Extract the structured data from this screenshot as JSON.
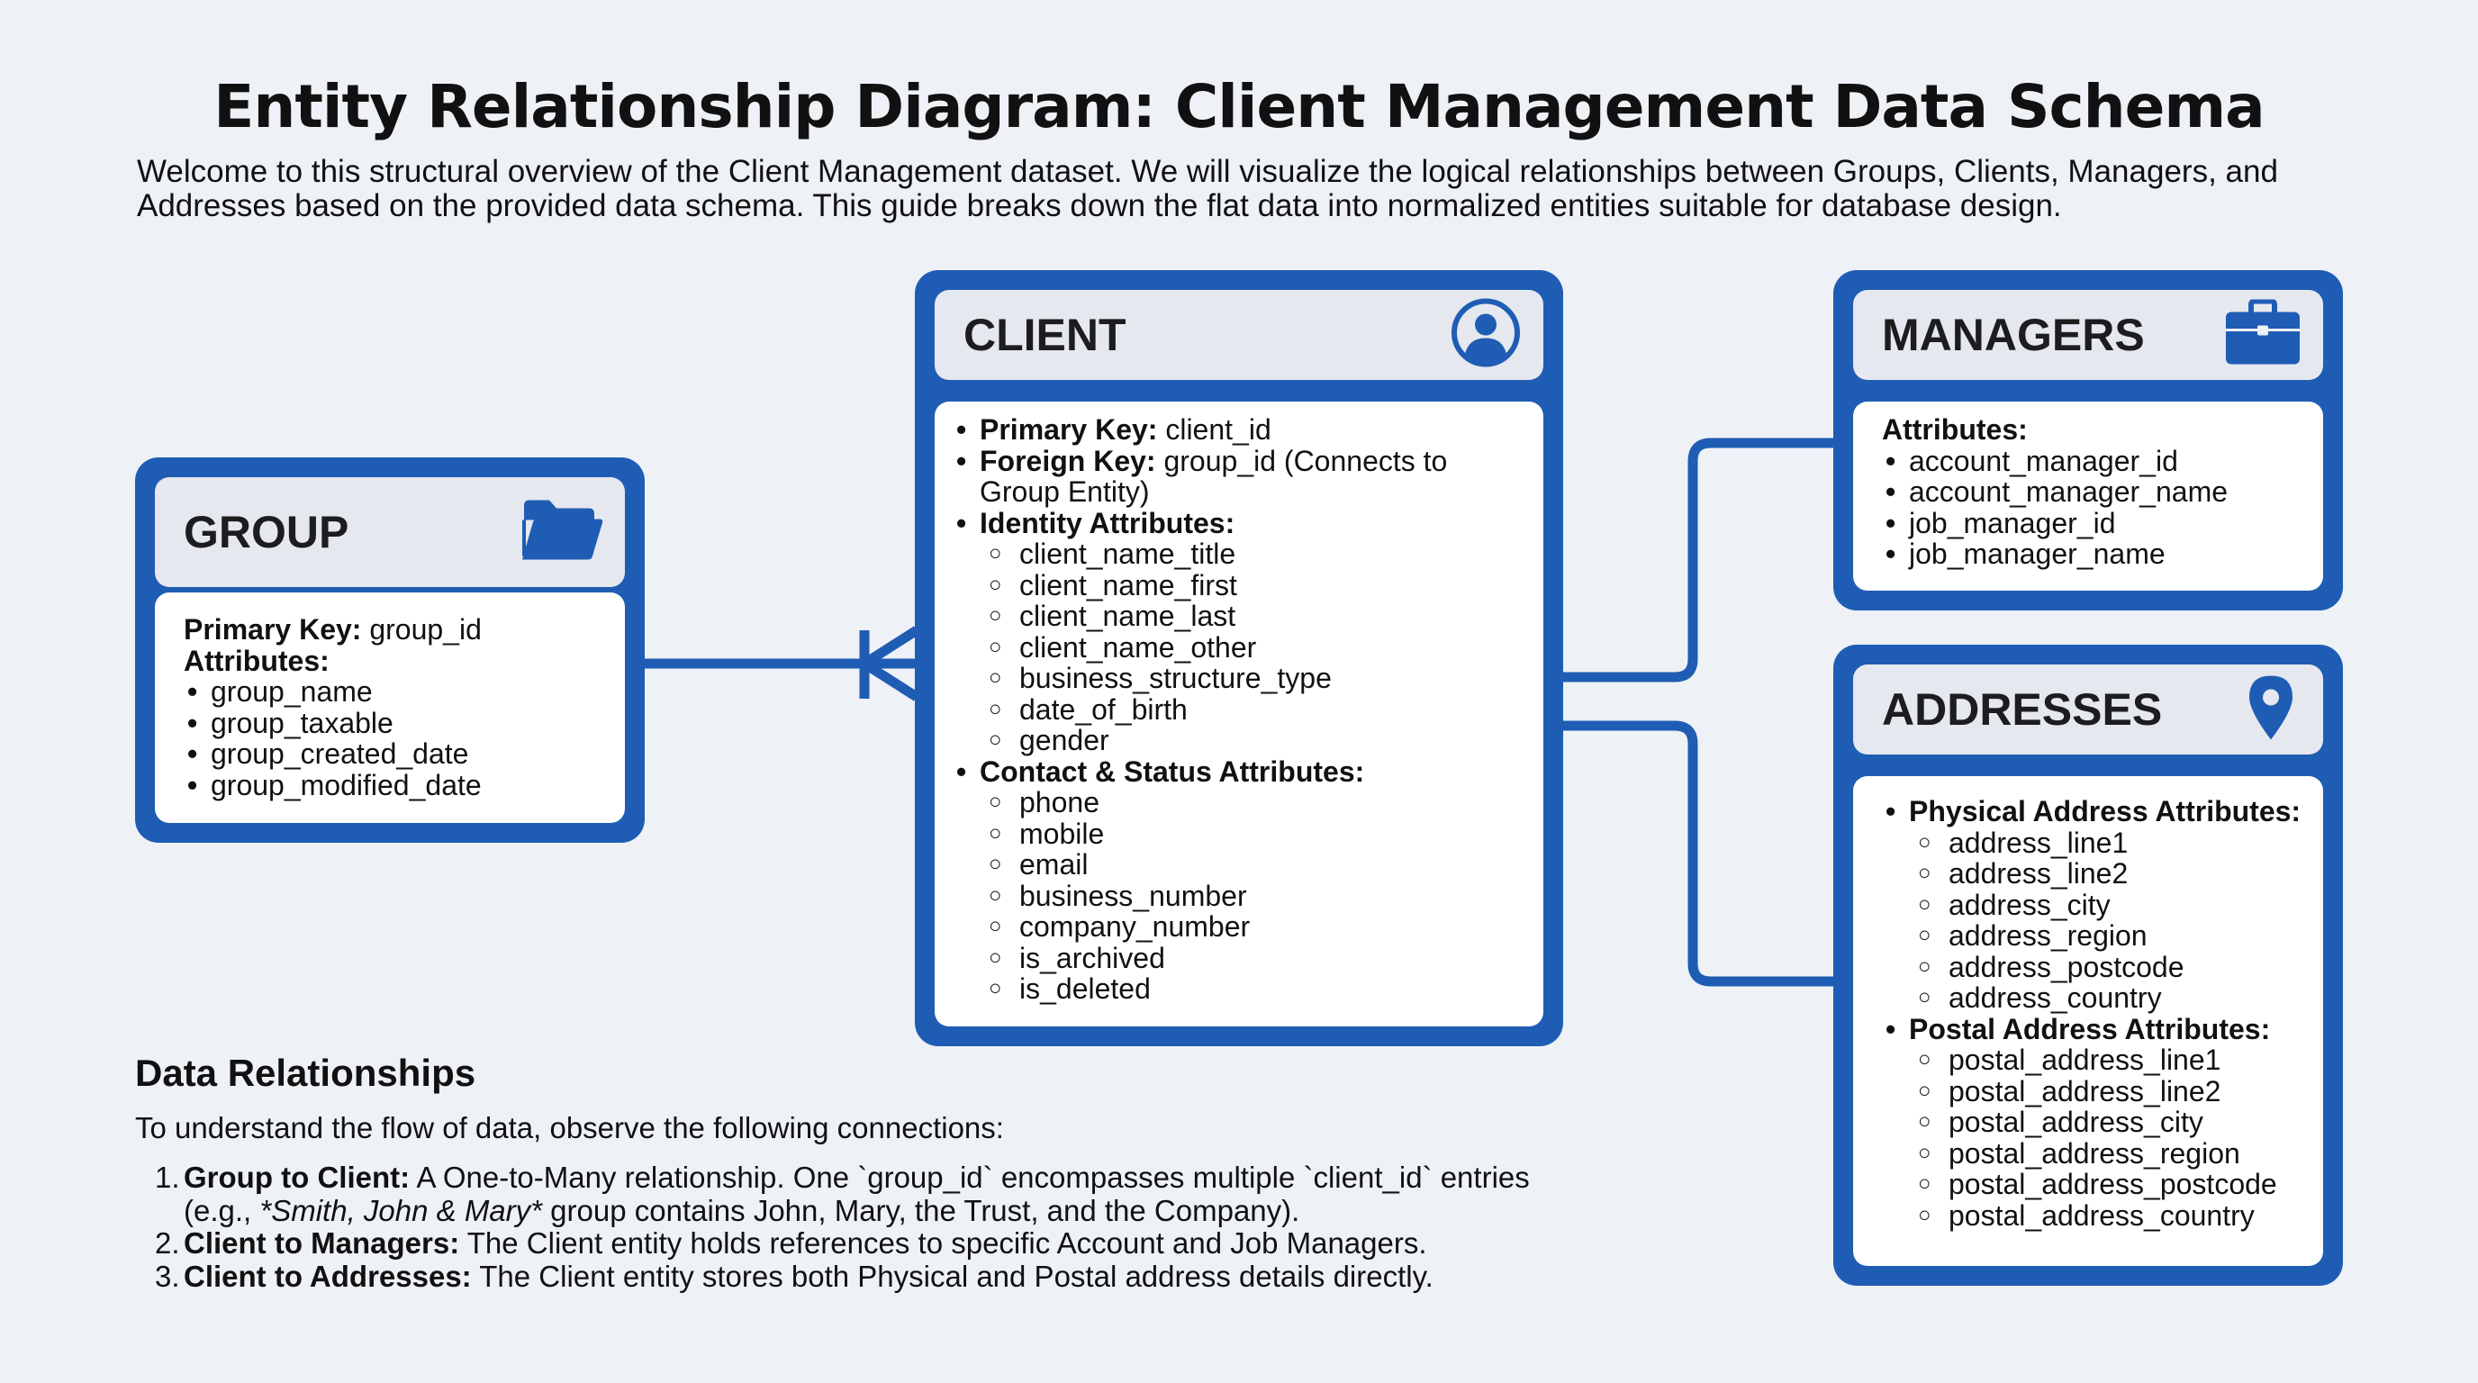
{
  "title": "Entity Relationship Diagram: Client Management Data Schema",
  "intro": "Welcome to this structural overview of the Client Management dataset. We will visualize the logical relationships between Groups, Clients, Managers, and Addresses based on the provided data schema. This guide breaks down the flat data into normalized entities suitable for database design.",
  "colors": {
    "accent": "#1f5db5",
    "header_bg": "#e5e8ee",
    "page_bg": "#eef1f5"
  },
  "group": {
    "name": "GROUP",
    "icon": "folder-icon",
    "pk_label": "Primary Key:",
    "pk_value": "group_id",
    "attrs_label": "Attributes:",
    "attributes": [
      "group_name",
      "group_taxable",
      "group_created_date",
      "group_modified_date"
    ]
  },
  "client": {
    "name": "CLIENT",
    "icon": "user-icon",
    "pk_label": "Primary Key:",
    "pk_value": "client_id",
    "fk_label": "Foreign Key:",
    "fk_value": "group_id (Connects to Group Entity)",
    "identity_label": "Identity Attributes:",
    "identity": [
      "client_name_title",
      "client_name_first",
      "client_name_last",
      "client_name_other",
      "business_structure_type",
      "date_of_birth",
      "gender"
    ],
    "contact_label": "Contact & Status Attributes:",
    "contact": [
      "phone",
      "mobile",
      "email",
      "business_number",
      "company_number",
      "is_archived",
      "is_deleted"
    ]
  },
  "managers": {
    "name": "MANAGERS",
    "icon": "briefcase-icon",
    "attrs_label": "Attributes:",
    "attributes": [
      "account_manager_id",
      "account_manager_name",
      "job_manager_id",
      "job_manager_name"
    ]
  },
  "addresses": {
    "name": "ADDRESSES",
    "icon": "location-pin-icon",
    "physical_label": "Physical Address Attributes:",
    "physical": [
      "address_line1",
      "address_line2",
      "address_city",
      "address_region",
      "address_postcode",
      "address_country"
    ],
    "postal_label": "Postal Address Attributes:",
    "postal": [
      "postal_address_line1",
      "postal_address_line2",
      "postal_address_city",
      "postal_address_region",
      "postal_address_postcode",
      "postal_address_country"
    ]
  },
  "relationships": {
    "heading": "Data Relationships",
    "intro": "To understand the flow of data, observe the following connections:",
    "items": [
      {
        "num": "1.",
        "label": "Group to Client:",
        "text_a": " A One-to-Many relationship. One `group_id` encompasses multiple `client_id` entries (e.g., ",
        "emph": "*Smith, John & Mary*",
        "text_b": " group contains John, Mary, the Trust, and the Company)."
      },
      {
        "num": "2.",
        "label": "Client to Managers:",
        "text": " The Client entity holds references to specific Account and Job Managers."
      },
      {
        "num": "3.",
        "label": "Client to Addresses:",
        "text": " The Client entity stores both Physical and Postal address details directly."
      }
    ]
  }
}
